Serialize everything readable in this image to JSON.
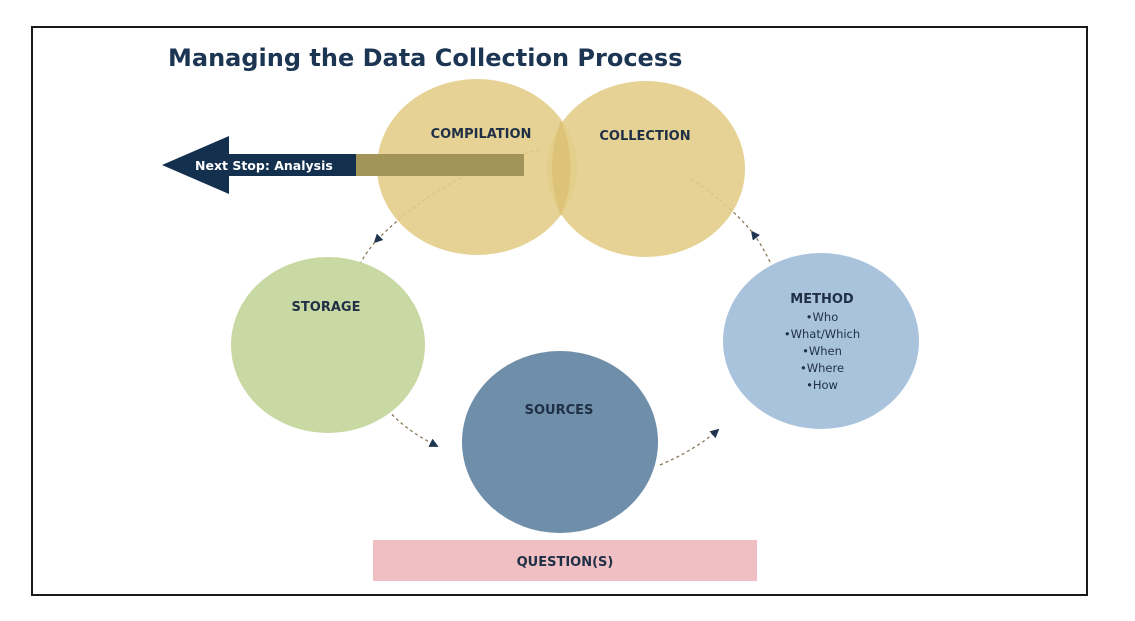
{
  "title": "Managing the Data Collection Process",
  "next_stop_label": "Next Stop: Analysis",
  "nodes": {
    "compilation": "COMPILATION",
    "collection": "COLLECTION",
    "storage": "STORAGE",
    "sources": "SOURCES",
    "method": {
      "label": "METHOD",
      "items": [
        "•Who",
        "•What/Which",
        "•When",
        "•Where",
        "•How"
      ]
    }
  },
  "base_label": "QUESTION(S)",
  "colors": {
    "title": "#1c3553",
    "arrow_navy": "#14304f",
    "compilation_collection_fill": "#e2cd88",
    "storage_fill": "#c9d9a3",
    "sources_fill": "#6e8ea9",
    "method_fill": "#a9c3dd",
    "question_fill": "#efbfc3",
    "connector": "#8a7a58"
  }
}
